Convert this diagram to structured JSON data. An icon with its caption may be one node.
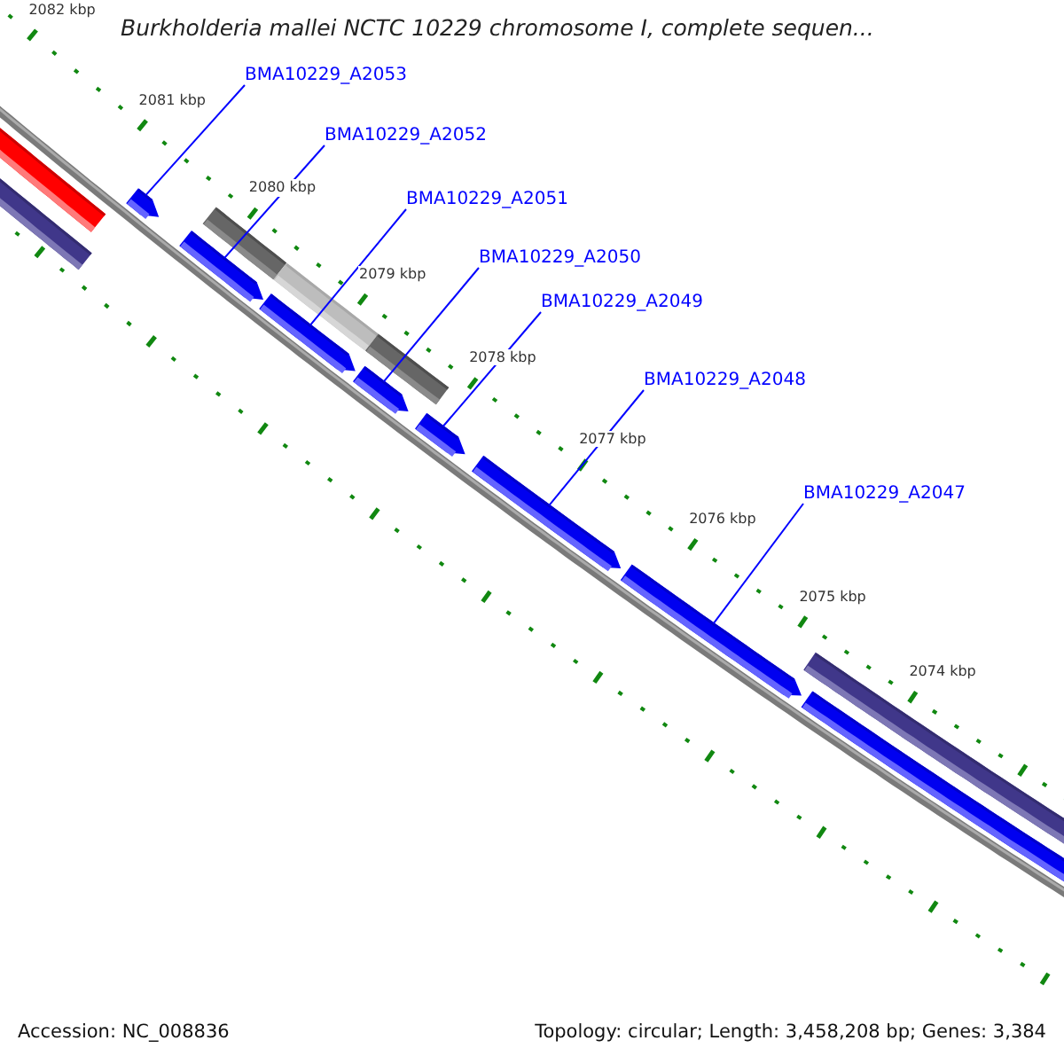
{
  "diagram": {
    "title": "Burkholderia mallei NCTC 10229 chromosome I, complete sequen...",
    "nodes": [
      {
        "text": [
          "BMA10229_A2053"
        ]
      },
      {
        "text": [
          "BMA10229_A2052"
        ]
      },
      {
        "text": [
          "BMA10229_A2051"
        ]
      },
      {
        "text": [
          "BMA10229_A2050"
        ]
      },
      {
        "text": [
          "BMA10229_A2049"
        ]
      },
      {
        "text": [
          "BMA10229_A2048"
        ]
      },
      {
        "text": [
          "BMA10229_A2047"
        ]
      },
      {
        "text": [],
        "shape": "bar"
      },
      {
        "text": [],
        "shape": "bar"
      },
      {
        "text": [],
        "shape": "bar"
      },
      {
        "text": [],
        "shape": "bar"
      },
      {
        "text": [],
        "shape": "bar"
      },
      {
        "text": [],
        "shape": "bar"
      },
      {
        "text": [],
        "shape": "bar"
      },
      {
        "text": [],
        "shape": "bar"
      },
      {
        "text": [],
        "shape": "bar"
      },
      {
        "text": [],
        "shape": "bar"
      },
      {
        "text": [],
        "shape": "bar"
      },
      {
        "text": [],
        "shape": "bar"
      },
      {
        "text": [],
        "shape": "bar"
      },
      {
        "text": [],
        "shape": "bar"
      }
    ],
    "edges": [
      {
        "from": 0,
        "to": 9,
        "arrow": "none"
      },
      {
        "from": 1,
        "to": 10,
        "arrow": "none"
      },
      {
        "from": 2,
        "to": 12,
        "arrow": "none"
      },
      {
        "from": 3,
        "to": 14,
        "arrow": "none"
      },
      {
        "from": 4,
        "to": 16,
        "arrow": "none"
      },
      {
        "from": 5,
        "to": 17,
        "arrow": "none"
      },
      {
        "from": 6,
        "to": 18,
        "arrow": "none"
      }
    ],
    "labels": [
      "2082 kbp",
      "2081 kbp",
      "2080 kbp",
      "2079 kbp",
      "2078 kbp",
      "2077 kbp",
      "2076 kbp",
      "2075 kbp",
      "2074 kbp",
      "Accession: NC_008836",
      "Topology: circular; Length: 3,458,208 bp; Genes: 3,384"
    ]
  }
}
